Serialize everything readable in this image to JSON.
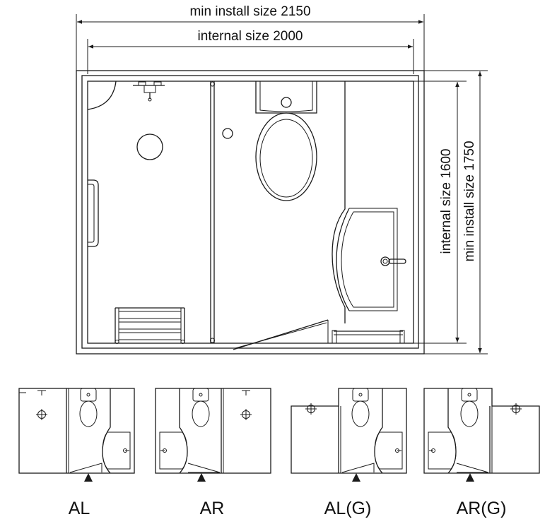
{
  "dimensions": {
    "min_install_width": "min install size 2150",
    "internal_width": "internal size 2000",
    "internal_height": "internal size 1600",
    "min_install_height": "min install size 1750"
  },
  "variants": [
    {
      "label": "AL"
    },
    {
      "label": "AR"
    },
    {
      "label": "AL(G)"
    },
    {
      "label": "AR(G)"
    }
  ],
  "colors": {
    "line": "#1a1a1a",
    "background": "#ffffff"
  }
}
